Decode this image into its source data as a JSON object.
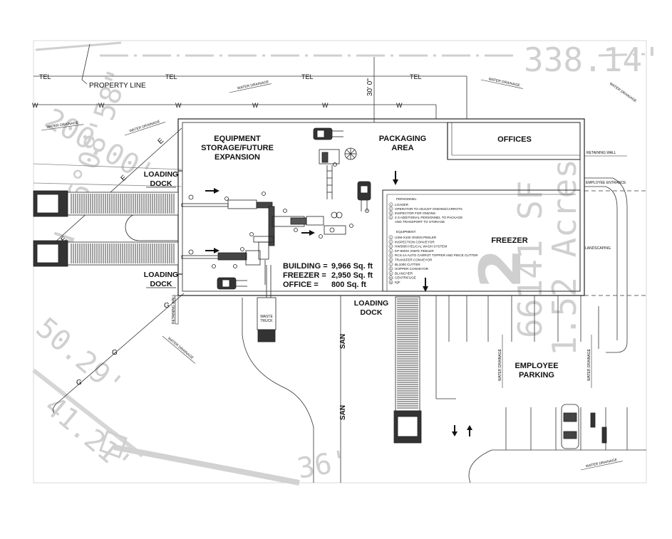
{
  "labels": {
    "property_line": "PROPERTY LINE",
    "tel": "TEL",
    "w": "W",
    "e": "E",
    "g": "G",
    "san": "SAN",
    "dim_30": "30' 0\"",
    "equipment_storage": [
      "EQUIPMENT",
      "STORAGE/FUTURE",
      "EXPANSION"
    ],
    "packaging_area": [
      "PACKAGING",
      "AREA"
    ],
    "offices": "OFFICES",
    "freezer": "FREEZER",
    "loading_dock": [
      "LOADING",
      "DOCK"
    ],
    "employee_parking": [
      "EMPLOYEE",
      "PARKING"
    ],
    "retaining_wall": "RETAINING WALL",
    "employee_entrance": "EMPLOYEE ENTRANCE",
    "landscaping": "LANDSCAPING",
    "water_drainage": "WATER DRAINAGE",
    "waste_truck": [
      "WASTE",
      "TRUCK"
    ]
  },
  "areas": [
    {
      "label": "BUILDING =",
      "value": "9,966 Sq. ft"
    },
    {
      "label": "FREEZER =",
      "value": "2,950 Sq. ft"
    },
    {
      "label": "OFFICE =",
      "value": "800 Sq. ft"
    }
  ],
  "legend": {
    "personnel_title": "PERSONNEL:",
    "personnel": [
      {
        "n": "1",
        "text": "LOADER"
      },
      {
        "n": "2",
        "text": "OPERATOR TO ADJUST ONIONS/CARROTS"
      },
      {
        "n": "3",
        "text": "INSPECTOR FOR ONIONS"
      },
      {
        "n": "4",
        "text": "2-3 ADDITIONAL PERSONNEL TO PACKAGE"
      },
      {
        "n": "",
        "text": "AND TRANSPORT TO STORAGE"
      }
    ],
    "equipment_title": "EQUIPMENT:",
    "equipment": [
      {
        "n": "1",
        "text": "USM-X100 ONION PEELER"
      },
      {
        "n": "2",
        "text": "INSPECTION CONVEYOR"
      },
      {
        "n": "3",
        "text": "HW3600 HELICAL WASH SYSTEM"
      },
      {
        "n": "4",
        "text": "KP-80/HK KNIFE PEELER"
      },
      {
        "n": "5",
        "text": "RCS-1A AUTO CARROT TOPPER AND PIECE CUTTER"
      },
      {
        "n": "6",
        "text": "TRANSFER CONVEYOR"
      },
      {
        "n": "7",
        "text": "BL1000 CUTTER"
      },
      {
        "n": "8",
        "text": "HOPPER CONVEYOR"
      },
      {
        "n": "9",
        "text": "BLANCHER"
      },
      {
        "n": "10",
        "text": "CENTRIFUGE"
      },
      {
        "n": "11",
        "text": "IQF"
      }
    ]
  },
  "background_text": {
    "bearing": "338.14'",
    "sf": "66141 SF",
    "acres": "1.52 Acres",
    "lot": "2",
    "n_bearing": "N 76°08'58\"",
    "dist_a": "200.00'",
    "dist_b": "50.29'",
    "dist_c": "41.21'",
    "dist_d": "36'"
  }
}
